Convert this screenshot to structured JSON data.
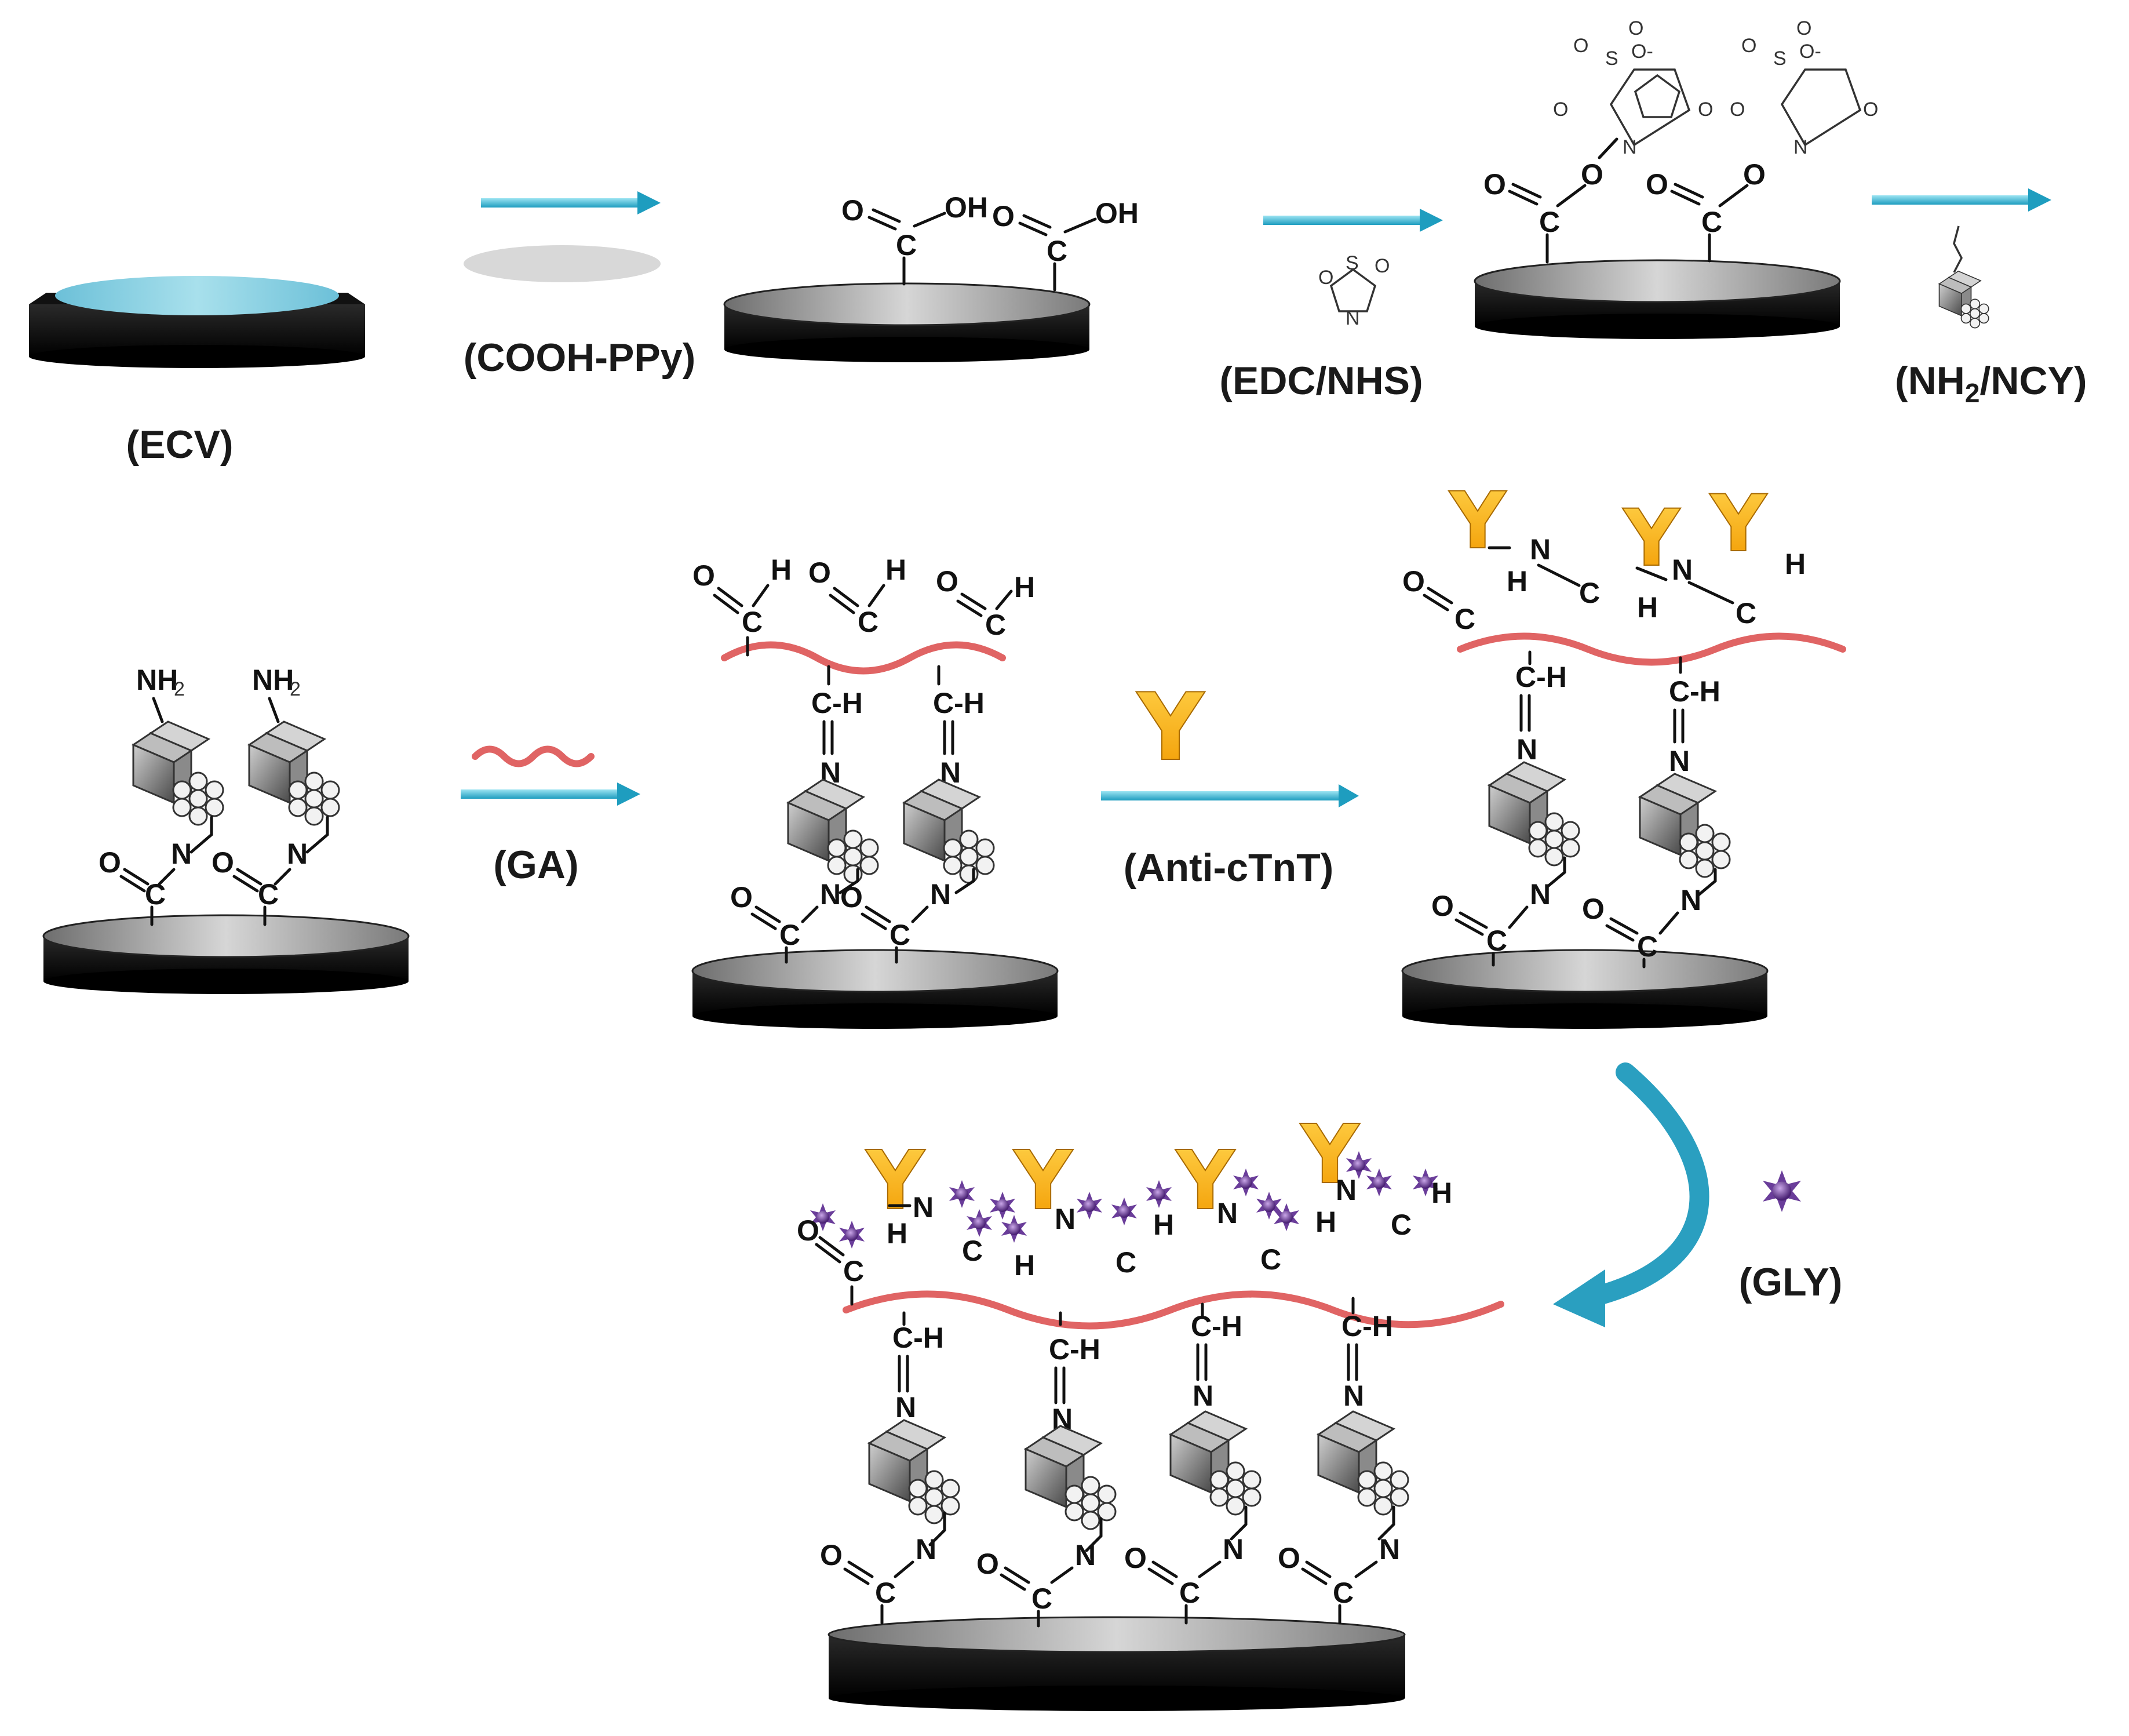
{
  "labels": {
    "ecv": "(ECV)",
    "cooh_ppy": "(COOH-PPy)",
    "edc_nhs": "(EDC/NHS)",
    "nh2_ncy_pre": "(NH",
    "nh2_ncy_sub": "2",
    "nh2_ncy_post": "/NCY)",
    "ga": "(GA)",
    "anti_ctnt": "(Anti-cTnT)",
    "gly": "(GLY)"
  },
  "atoms": {
    "O": "O",
    "OH": "OH",
    "C": "C",
    "H": "H",
    "N": "N",
    "CH": "C-H",
    "NH": "NH",
    "sub2": "2",
    "S": "S",
    "Ominus": "O-",
    "antibody": "Y"
  },
  "colors": {
    "substrate_top": "#8ccfe0",
    "electrode_body": "#0a0a0a",
    "arrow": "#35b6d2",
    "ga_linker": "#e06464",
    "antibody_gold": "#f5a800",
    "glycine": "#6a3d9a",
    "curved_arrow": "#2a9fc0"
  }
}
